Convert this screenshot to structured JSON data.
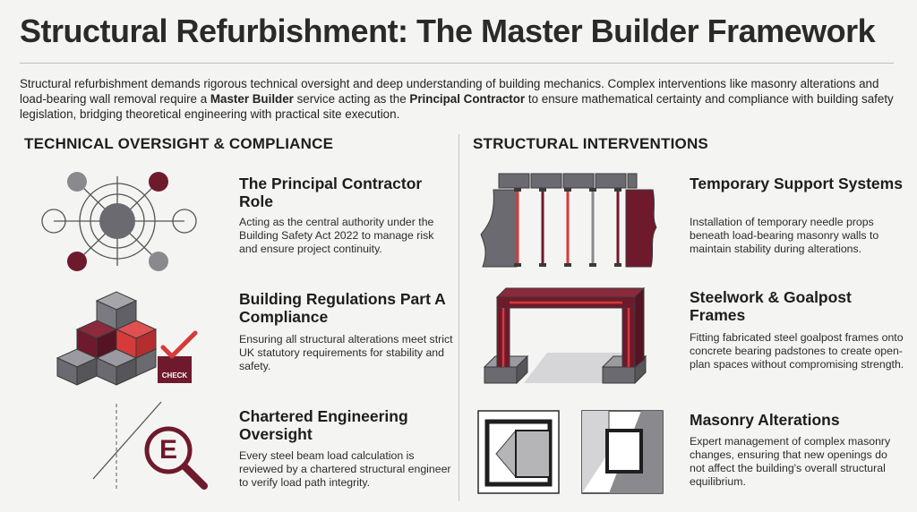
{
  "header": {
    "title": "Structural Refurbishment: The Master Builder Framework",
    "intro": {
      "part1": "Structural refurbishment demands rigorous technical oversight and deep understanding of building mechanics. Complex interventions like masonry alterations and load-bearing wall removal require a ",
      "bold1": "Master Builder",
      "part2": " service acting as the ",
      "bold2": "Principal Contractor",
      "part3": " to ensure mathematical certainty and compliance with building safety legislation, bridging theoretical engineering with practical site execution."
    }
  },
  "left_section": {
    "heading": "TECHNICAL OVERSIGHT & COMPLIANCE",
    "items": [
      {
        "icon": "network-hub-icon",
        "title": "The Principal Contractor Role",
        "description": "Acting as the central authority under the Building Safety Act 2022 to manage risk and ensure project continuity."
      },
      {
        "icon": "stacked-cubes-check-icon",
        "title": "Building Regulations Part A Compliance",
        "description": "Ensuring all structural alterations meet strict UK statutory requirements for stability and safety.",
        "badge": "CHECK"
      },
      {
        "icon": "engineer-magnifier-icon",
        "title": "Chartered Engineering Oversight",
        "description": "Every steel beam load calculation is reviewed by a chartered structural engineer to verify load path integrity.",
        "glyph": "E"
      }
    ]
  },
  "right_section": {
    "heading": "STRUCTURAL INTERVENTIONS",
    "items": [
      {
        "icon": "needle-props-icon",
        "title": "Temporary Support Systems",
        "description": "Installation of temporary needle props beneath load-bearing masonry walls to maintain stability during alterations."
      },
      {
        "icon": "goalpost-frame-icon",
        "title": "Steelwork & Goalpost Frames",
        "description": "Fitting fabricated steel goalpost frames onto concrete bearing padstones to create open-plan spaces without compromising strength."
      },
      {
        "icon": "masonry-openings-icon",
        "title": "Masonry Alterations",
        "description": "Expert management of complex masonry changes, ensuring that new openings do not affect the building's overall structural equilibrium."
      }
    ]
  },
  "colors": {
    "accent_dark_red": "#6e1a2c",
    "accent_red": "#d63a3a",
    "steel_grey": "#6a6a70",
    "light_grey": "#b5b5b8"
  }
}
